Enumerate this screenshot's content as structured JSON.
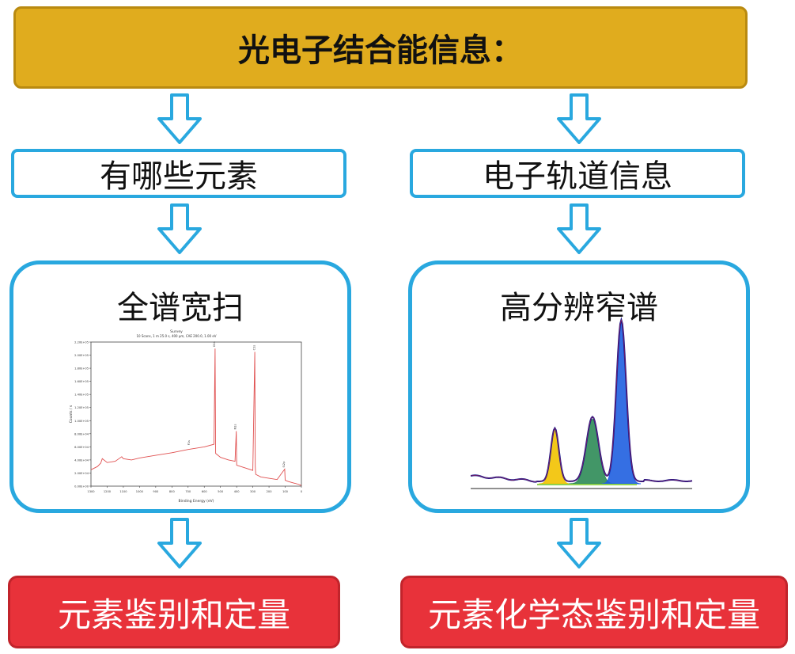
{
  "title": "光电子结合能信息：",
  "left": {
    "label": "有哪些元素",
    "panel_title": "全谱宽扫",
    "result": "元素鉴别和定量"
  },
  "right": {
    "label": "电子轨道信息",
    "panel_title": "高分辨窄谱",
    "result": "元素化学态鉴别和定量"
  },
  "survey_chart": {
    "title_lines": [
      "Survey",
      "10 Scans, 1 m 25.0 s, 400 μm, CAE 200.0, 1.00 eV"
    ],
    "xlabel": "Binding Energy (eV)",
    "ylabel": "Counts / s",
    "x_ticks": [
      "1300",
      "1200",
      "1100",
      "1000",
      "900",
      "800",
      "700",
      "600",
      "500",
      "400",
      "300",
      "200",
      "100",
      "0"
    ],
    "y_ticks": [
      "0.00E+00",
      "2.00E+04",
      "4.00E+04",
      "6.00E+04",
      "8.00E+04",
      "1.00E+05",
      "1.20E+05",
      "1.40E+05",
      "1.60E+05",
      "1.80E+05",
      "2.00E+05",
      "2.20E+05"
    ],
    "peak_labels": [
      "O1s",
      "N1s",
      "C1s",
      "Si2p",
      "F1s"
    ]
  },
  "colors": {
    "title_bg": "#e0ac1e",
    "box_border": "#29a8df",
    "result_bg": "#e8323a",
    "survey_line": "#e05050",
    "hr_envelope": "#1a1a8c",
    "peak_yellow": "#f2c200",
    "peak_green": "#2e8b57",
    "peak_blue": "#1f5fe0"
  },
  "chart_data": [
    {
      "type": "line",
      "title": "Survey",
      "xlabel": "Binding Energy (eV)",
      "ylabel": "Counts / s",
      "xlim": [
        1300,
        0
      ],
      "ylim": [
        0,
        220000
      ],
      "x": [
        1300,
        1260,
        1240,
        1230,
        1200,
        1150,
        1110,
        1100,
        1050,
        1000,
        900,
        800,
        700,
        600,
        540,
        533,
        530,
        500,
        450,
        410,
        402,
        400,
        350,
        300,
        288,
        285,
        282,
        250,
        200,
        150,
        103,
        100,
        80,
        50,
        20,
        0
      ],
      "values": [
        25000,
        30000,
        35000,
        42000,
        36000,
        38000,
        45000,
        42000,
        40000,
        43000,
        47000,
        51000,
        56000,
        60000,
        64000,
        210000,
        50000,
        44000,
        40000,
        38000,
        84000,
        32000,
        28000,
        24000,
        205000,
        30000,
        18000,
        14000,
        12000,
        10000,
        26000,
        9000,
        7000,
        5000,
        3000,
        1000
      ]
    },
    {
      "type": "area",
      "title": "",
      "series": [
        {
          "name": "",
          "peak_position": 0.38,
          "relative_height": 0.33
        },
        {
          "name": "",
          "peak_position": 0.55,
          "relative_height": 0.4
        },
        {
          "name": "",
          "peak_position": 0.68,
          "relative_height": 1.0
        }
      ]
    }
  ]
}
